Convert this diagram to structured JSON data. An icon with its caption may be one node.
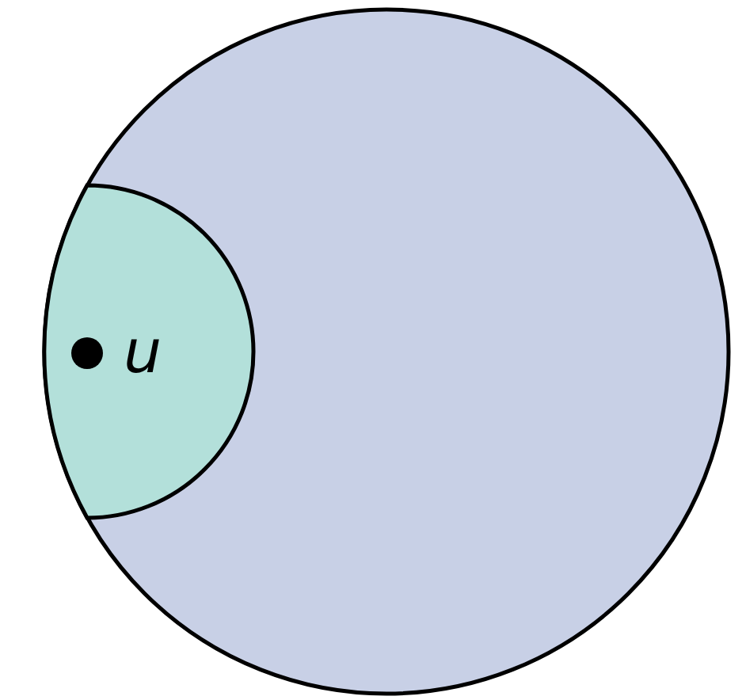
{
  "diagram": {
    "nodes": [
      {
        "text": [],
        "shape": "circle"
      },
      {
        "text": [
          "u"
        ],
        "in": 0
      }
    ]
  }
}
